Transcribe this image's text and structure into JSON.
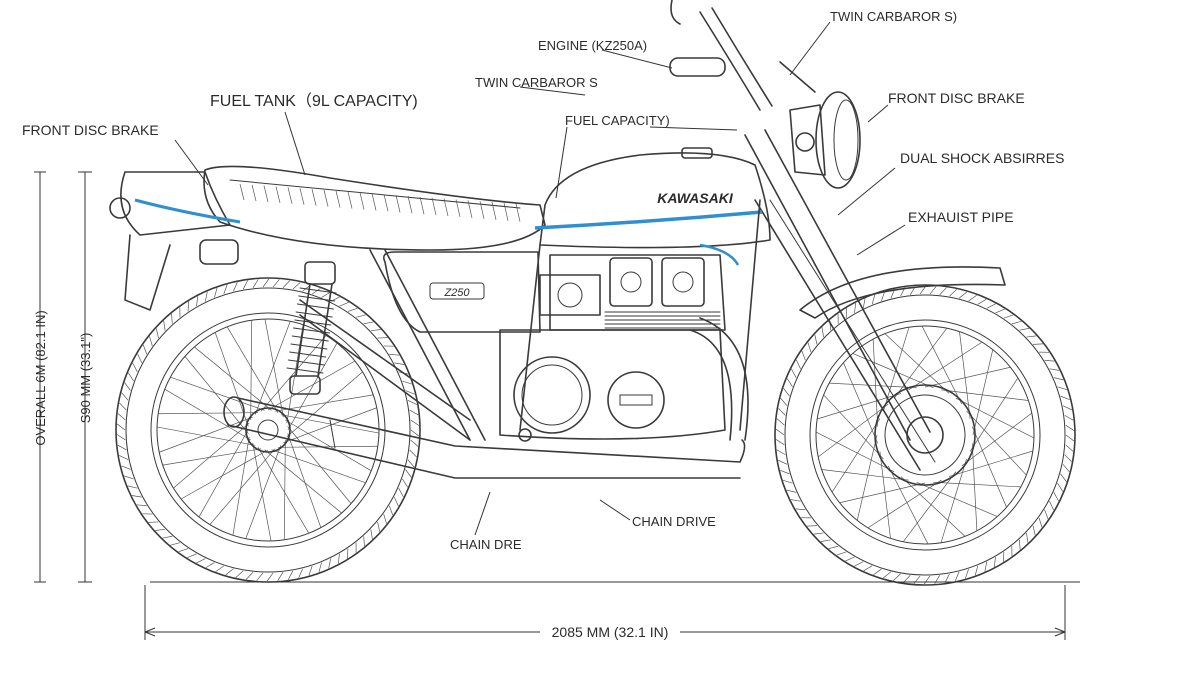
{
  "diagram": {
    "accent_color": "#2f8fd0",
    "line_color": "#3a3a3a",
    "tank_brand": "KAWASAKI",
    "side_panel_badge": "Z250",
    "callouts": {
      "fuel_tank": "FUEL TANK（9L CAPACITY)",
      "front_disc_brake_left": "FRONT DISC BRAKE",
      "engine": "ENGINE (KZ250A)",
      "twin_carbs_mid": "TWIN CARBAROR S",
      "twin_carbs_top": "TWIN CARBAROR S)",
      "fuel_capacity": "FUEL CAPACITY)",
      "front_disc_brake_right": "FRONT DISC BRAKE",
      "dual_shock": "DUAL SHOCK ABSIRRES",
      "exhaust_pipe": "EXHAUIST PIPE",
      "chain_drive_right": "CHAIN DRIVE",
      "chain_drive_left": "CHAIN DRE"
    },
    "dimensions": {
      "overall_height": "OVERALL 6M (82.1 IN)",
      "seat_height": "S90 MM (33.1\")",
      "overall_length": "2085 MM (32.1 IN)"
    }
  }
}
